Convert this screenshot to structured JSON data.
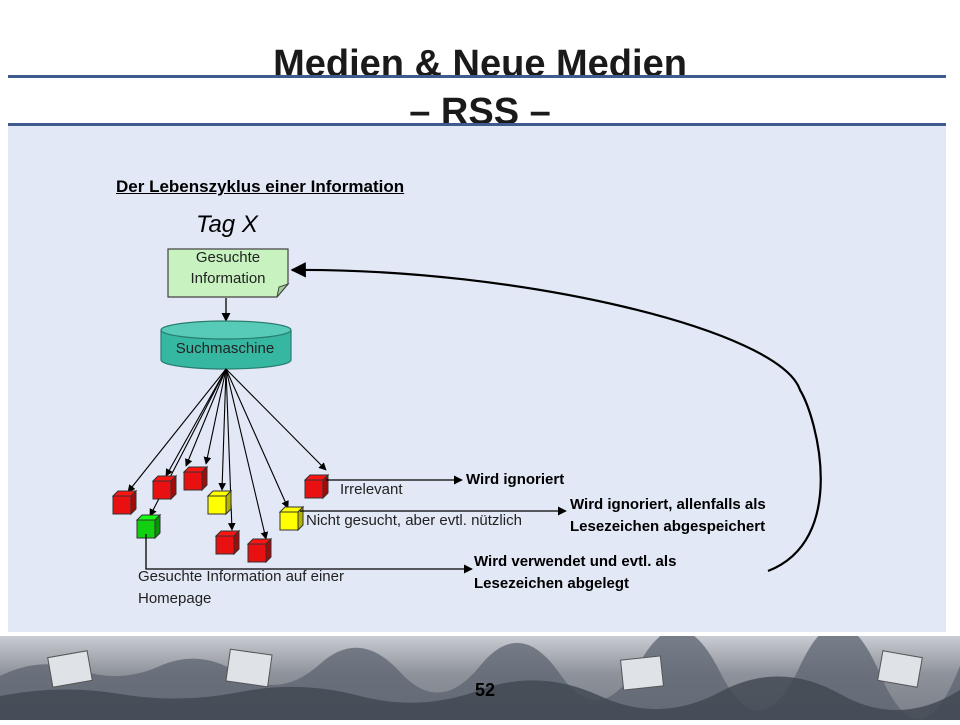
{
  "slide": {
    "title_line1": "Medien & Neue Medien",
    "title_line2": "– RSS –",
    "subtitle": "Der Lebenszyklus einer Information",
    "page_number": "52"
  },
  "diagram": {
    "day_label": "Tag X",
    "node_sought": "Gesuchte Information",
    "node_search": "Suchmaschine",
    "label_irrelevant": "Irrelevant",
    "label_useful": "Nicht gesucht, aber evtl. nützlich",
    "label_sought": "Gesuchte Information auf einer Homepage",
    "outcome_ignored": "Wird ignoriert",
    "outcome_bookmark_maybe": "Wird ignoriert, allenfalls als Lesezeichen abgespeichert",
    "outcome_used": "Wird verwendet und evtl. als Lesezeichen abgelegt"
  },
  "colors": {
    "accent_rule": "#3e5a8f",
    "panel_bg": "#e3e8f6",
    "node_green": "#c8f2c0",
    "cylinder_teal": "#35b7a2",
    "cube_red": "#e81010",
    "cube_yellow": "#ffff00",
    "cube_green": "#10d010"
  }
}
